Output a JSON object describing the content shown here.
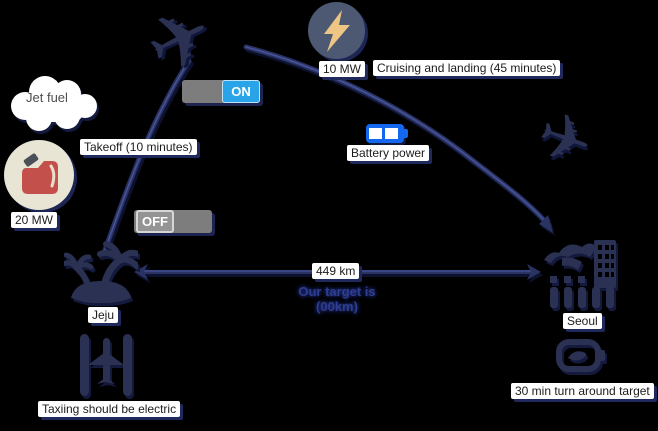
{
  "labels": {
    "cloud": "Jet fuel",
    "fuel_power": "20 MW",
    "takeoff": "Takeoff (10 minutes)",
    "cruise_power": "10 MW",
    "cruise": "Cruising and landing (45 minutes)",
    "battery": "Battery power",
    "toggle_on": "ON",
    "toggle_off": "OFF",
    "origin": "Jeju",
    "destination": "Seoul",
    "distance": "449 km",
    "target_line1": "Our target is",
    "target_line2": "(00km)",
    "taxi": "Taxiing should be electric",
    "turnaround": "30 min turn around target"
  },
  "icons": {
    "plane_glyph": "✈",
    "lightning": "lightning-bolt",
    "fuel_can": "jerry-can",
    "battery": "battery-two-cells",
    "island": "palm-island",
    "city": "seoul-skyline",
    "taxi_plane": "top-view-plane",
    "charge_battery": "charging-battery"
  },
  "colors": {
    "background": "#000000",
    "icon_navy": "#2b3153",
    "path_navy": "#2a3261",
    "path_highlight": "#4c5ba8",
    "label_bg": "#ffffff",
    "label_shadow": "#20295b",
    "toggle_track": "#7d7d7d",
    "toggle_on_blue": "#2aa4e9",
    "battery_blue": "#1468f0",
    "bolt_gold": "#edc584",
    "bolt_circle": "#4d5972",
    "fuel_circle_bg": "#e9e5d5",
    "fuel_can_red": "#c4504c",
    "target_text_blue": "#2e3d8f"
  }
}
